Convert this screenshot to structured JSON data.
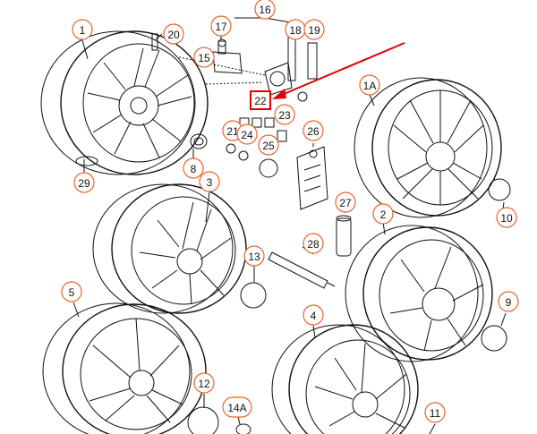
{
  "diagram": {
    "callout_color": "#e8652a",
    "highlight_color": "#e00000",
    "callouts": [
      {
        "id": "c1",
        "label": "1"
      },
      {
        "id": "c20",
        "label": "20"
      },
      {
        "id": "c16",
        "label": "16"
      },
      {
        "id": "c17",
        "label": "17"
      },
      {
        "id": "c18",
        "label": "18"
      },
      {
        "id": "c19",
        "label": "19"
      },
      {
        "id": "c15",
        "label": "15"
      },
      {
        "id": "c1A",
        "label": "1A"
      },
      {
        "id": "c22",
        "label": "22"
      },
      {
        "id": "c23",
        "label": "23"
      },
      {
        "id": "c21",
        "label": "21"
      },
      {
        "id": "c24",
        "label": "24"
      },
      {
        "id": "c25",
        "label": "25"
      },
      {
        "id": "c26",
        "label": "26"
      },
      {
        "id": "c8",
        "label": "8"
      },
      {
        "id": "c29",
        "label": "29"
      },
      {
        "id": "c3",
        "label": "3"
      },
      {
        "id": "c10",
        "label": "10"
      },
      {
        "id": "c27",
        "label": "27"
      },
      {
        "id": "c2",
        "label": "2"
      },
      {
        "id": "c28",
        "label": "28"
      },
      {
        "id": "c13",
        "label": "13"
      },
      {
        "id": "c5",
        "label": "5"
      },
      {
        "id": "c9",
        "label": "9"
      },
      {
        "id": "c4",
        "label": "4"
      },
      {
        "id": "c12",
        "label": "12"
      },
      {
        "id": "c14A",
        "label": "14A"
      },
      {
        "id": "c11",
        "label": "11"
      }
    ]
  }
}
